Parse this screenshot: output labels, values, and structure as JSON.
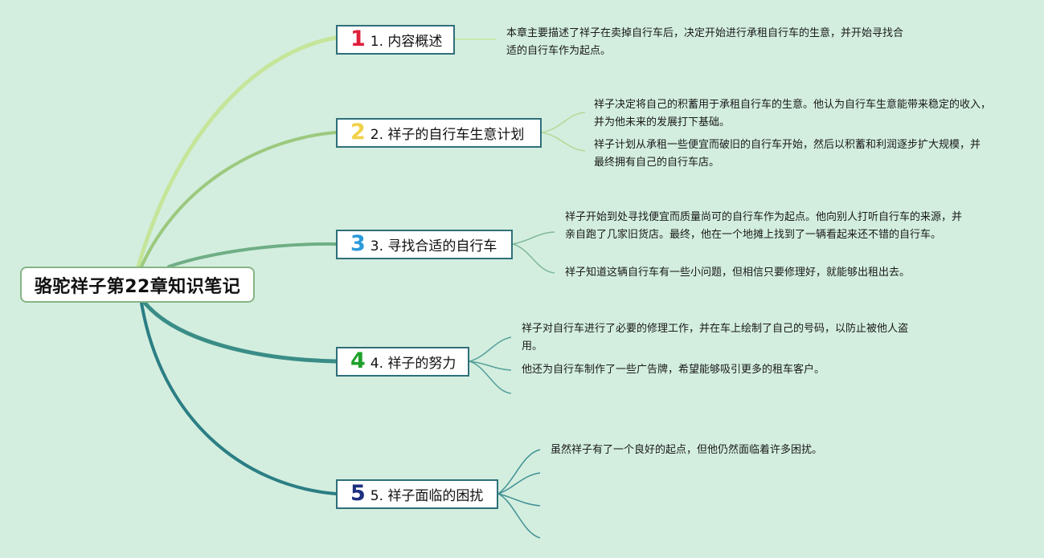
{
  "root": {
    "title": "骆驼祥子第22章知识笔记"
  },
  "colors": {
    "background": "#d3eedf",
    "branch1": "#c5e59a",
    "branch2": "#9cc97e",
    "branch3": "#6fae85",
    "branch4": "#3a8d86",
    "branch5": "#2b7e84",
    "num1": "#e0203a",
    "num2": "#f2d14a",
    "num3": "#2b9ad9",
    "num4": "#1fa12a",
    "num5": "#1d2f80"
  },
  "topics": [
    {
      "number": "1",
      "label": "1. 内容概述",
      "notes": [
        "本章主要描述了祥子在卖掉自行车后，决定开始进行承租自行车的生意，并开始寻找合适的自行车作为起点。"
      ]
    },
    {
      "number": "2",
      "label": "2. 祥子的自行车生意计划",
      "notes": [
        "祥子决定将自己的积蓄用于承租自行车的生意。他认为自行车生意能带来稳定的收入，并为他未来的发展打下基础。",
        "祥子计划从承租一些便宜而破旧的自行车开始，然后以积蓄和利润逐步扩大规模，并最终拥有自己的自行车店。"
      ]
    },
    {
      "number": "3",
      "label": "3. 寻找合适的自行车",
      "notes": [
        "祥子开始到处寻找便宜而质量尚可的自行车作为起点。他向别人打听自行车的来源，并亲自跑了几家旧货店。最终，他在一个地摊上找到了一辆看起来还不错的自行车。",
        "祥子知道这辆自行车有一些小问题，但相信只要修理好，就能够出租出去。"
      ]
    },
    {
      "number": "4",
      "label": "4. 祥子的努力",
      "notes": [
        "祥子对自行车进行了必要的修理工作，并在车上绘制了自己的号码，以防止被他人盗用。",
        "他还为自行车制作了一些广告牌，希望能够吸引更多的租车客户。"
      ]
    },
    {
      "number": "5",
      "label": "5. 祥子面临的困扰",
      "notes": [
        "虽然祥子有了一个良好的起点，但他仍然面临着许多困扰。"
      ]
    }
  ]
}
